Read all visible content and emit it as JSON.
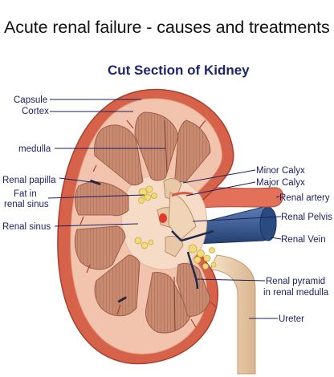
{
  "page": {
    "title": "Acute renal failure - causes and treatments"
  },
  "diagram": {
    "title": "Cut Section of  Kidney",
    "labels": {
      "capsule": "Capsule",
      "cortex": "Cortex",
      "medulla": "medulla",
      "renal_papilla": "Renal papilla",
      "fat_line1": "Fat in",
      "fat_line2": "renal sinus",
      "renal_sinus": "Renal sinus",
      "minor_calyx": "Minor Calyx",
      "major_calyx": "Major Calyx",
      "renal_artery": "Renal artery",
      "renal_pelvis": "Renal Pelvis",
      "renal_vein": "Renal Vein",
      "pyramid_line1": "Renal pyramid",
      "pyramid_line2": "in renal medulla",
      "ureter": "Ureter"
    },
    "colors": {
      "capsule": "#d45d45",
      "cortex": "#f3c4ad",
      "pyramid": "#c98a72",
      "pyramid_stripe": "#9e5e48",
      "sinus": "#f6dcc6",
      "fat": "#f2dc78",
      "artery": "#e0705a",
      "vein": "#2f4f86",
      "ureter": "#ecd0ac",
      "label": "#1a1f5e"
    }
  }
}
